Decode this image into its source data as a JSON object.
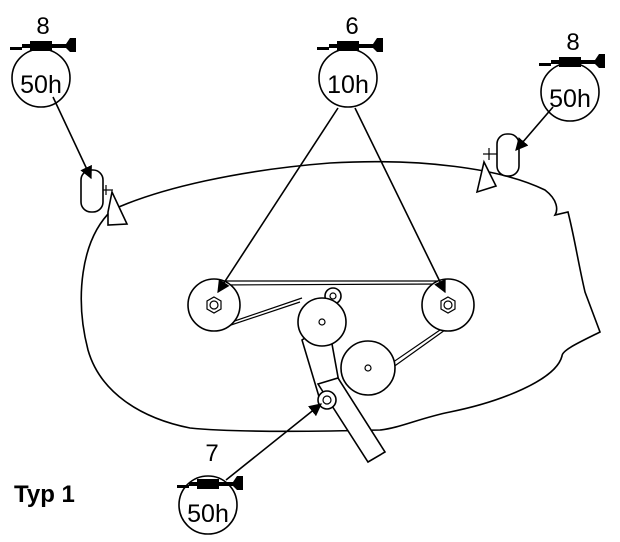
{
  "diagram_label": "Typ 1",
  "grease_points": [
    {
      "number": "8",
      "interval": "50h"
    },
    {
      "number": "6",
      "interval": "10h"
    },
    {
      "number": "8",
      "interval": "50h"
    },
    {
      "number": "7",
      "interval": "50h"
    }
  ]
}
